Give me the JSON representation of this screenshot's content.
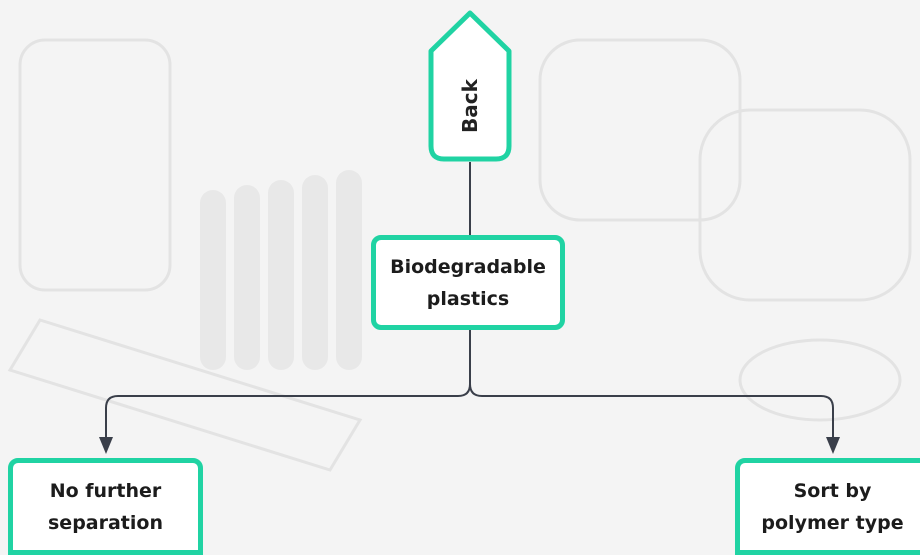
{
  "colors": {
    "accent": "#20d3a3",
    "connector": "#3a3f4a",
    "node_fill": "#ffffff",
    "text": "#1c1c1c"
  },
  "back_button": {
    "label": "Back"
  },
  "nodes": {
    "center": {
      "line1": "Biodegradable",
      "line2": "plastics"
    },
    "left": {
      "line1": "No further",
      "line2": "separation"
    },
    "right": {
      "line1": "Sort by",
      "line2": "polymer type"
    }
  }
}
